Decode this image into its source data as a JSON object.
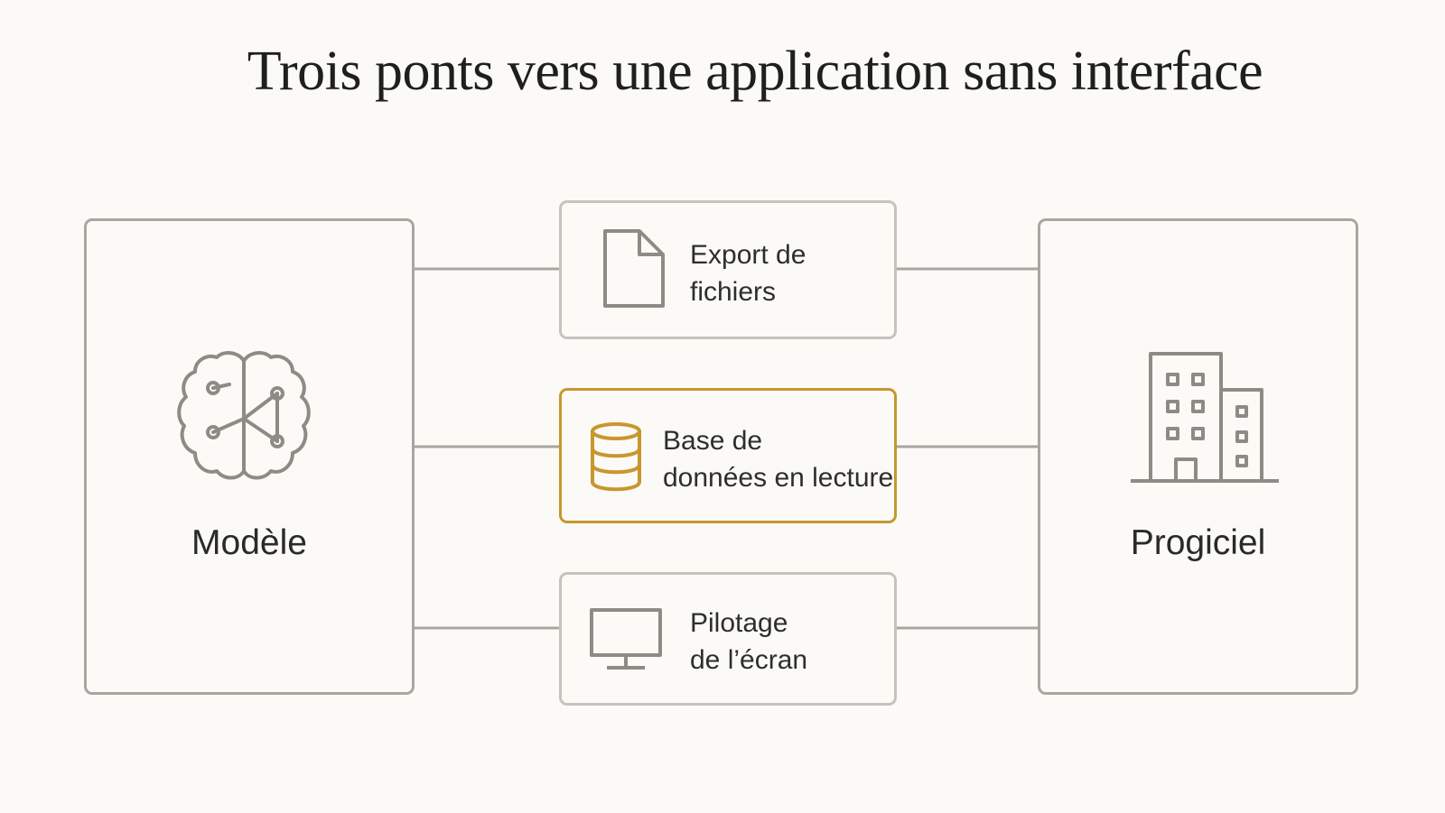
{
  "title": "Trois ponts vers une application sans interface",
  "left_panel": {
    "label": "Modèle",
    "icon": "brain-network-icon"
  },
  "right_panel": {
    "label": "Progiciel",
    "icon": "office-building-icon"
  },
  "bridges": [
    {
      "line1": "Export de",
      "line2": "fichiers",
      "icon": "file-icon",
      "highlighted": false
    },
    {
      "line1": "Base de",
      "line2": "données en lecture",
      "icon": "database-icon",
      "highlighted": true
    },
    {
      "line1": "Pilotage",
      "line2": "de l’écran",
      "icon": "monitor-icon",
      "highlighted": false
    }
  ],
  "colors": {
    "background": "#fbfaf7",
    "panel_border": "#a9a6a0",
    "bridge_border": "#c6c3bd",
    "highlight": "#c9962e",
    "icon_gray": "#8e8b85",
    "connector": "#a9a6a0"
  }
}
